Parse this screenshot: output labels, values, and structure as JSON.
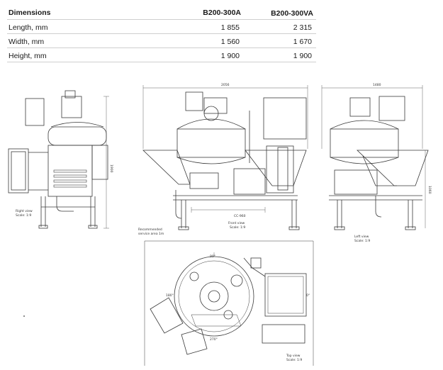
{
  "table": {
    "header": [
      "Dimensions",
      "B200-300A",
      "B200-300VA"
    ],
    "rows": [
      [
        "Length, mm",
        "1 855",
        "2 315"
      ],
      [
        "Width, mm",
        "1 560",
        "1 670"
      ],
      [
        "Height, mm",
        "1 900",
        "1 900"
      ]
    ]
  },
  "drawing": {
    "right_view_label": "Right view",
    "right_view_scale": "Scale: 1:9",
    "right_height_dim": "1900",
    "front_width_dim": "2056",
    "front_view_label": "Front view",
    "front_view_scale": "Scale: 1:9",
    "front_inner_dim": "CC-960",
    "left_width_dim": "1480",
    "left_height_dim": "1060",
    "left_view_label": "Left view",
    "left_view_scale": "Scale: 1:9",
    "service_area_label": "Recommended",
    "service_area_label2": "service area 1m",
    "top_view_label": "Top view",
    "top_view_scale": "Scale: 1:9",
    "angle_90": "90°",
    "angle_180": "180°",
    "angle_0": "0°",
    "angle_270": "270°"
  },
  "colors": {
    "line": "#3a3a3a",
    "text": "#1a1a1a",
    "rule": "#cfcfcf"
  }
}
